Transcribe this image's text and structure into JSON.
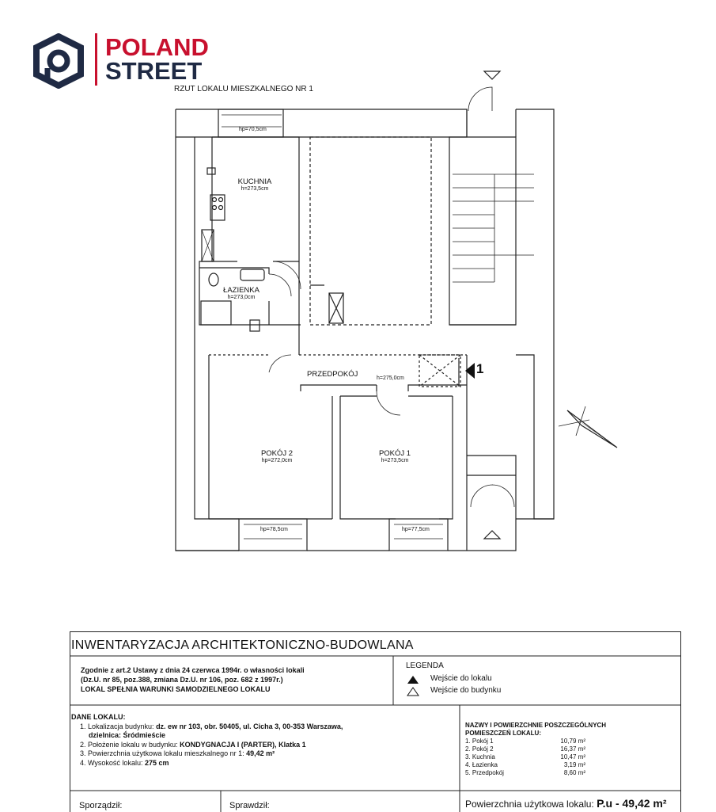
{
  "logo": {
    "word1": "POLAND",
    "word2": "STREET"
  },
  "plan": {
    "title": "RZUT LOKALU MIESZKALNEGO NR 1",
    "rooms": [
      {
        "name": "KUCHNIA",
        "height": "h=273,5cm"
      },
      {
        "name": "ŁAZIENKA",
        "height": "h=273,0cm"
      },
      {
        "name": "PRZEDPOKÓJ",
        "height": "h=275,0cm"
      },
      {
        "name": "POKÓJ 2",
        "height": "hp=272,0cm"
      },
      {
        "name": "POKÓJ 1",
        "height": "h=273,5cm"
      }
    ],
    "window_heights": [
      "hp=70,5cm",
      "hp=78,5cm",
      "hp=77,5cm"
    ],
    "entry_number": "1"
  },
  "panel": {
    "title": "INWENTARYZACJA ARCHITEKTONICZNO-BUDOWLANA",
    "law_lines": [
      "Zgodnie z art.2 Ustawy z dnia 24 czerwca 1994r. o własności lokali",
      "(Dz.U. nr 85, poz.388, zmiana Dz.U. nr 106, poz. 682 z 1997r.)",
      "LOKAL SPEŁNIA WARUNKI SAMODZIELNEGO LOKALU"
    ],
    "legend": {
      "title": "LEGENDA",
      "items": [
        "Wejście do lokalu",
        "Wejście do budynku"
      ]
    },
    "dane": {
      "title": "DANE LOKALU:",
      "l1_label": "1. Lokalizacja budynku: ",
      "l1_value": "dz. ew nr 103, obr. 50405, ul. Cicha 3, 00-353 Warszawa,",
      "l1b_value": "dzielnica: Śródmieście",
      "l2_label": "2. Położenie lokalu w budynku: ",
      "l2_value": "KONDYGNACJA I (PARTER), Klatka 1",
      "l3_label": "3. Powierzchnia użytkowa lokalu mieszkalnego nr 1:  ",
      "l3_value": "49,42 m²",
      "l4_label": "4. Wysokość lokalu: ",
      "l4_value": "275 cm"
    },
    "areas": {
      "heading1": "NAZWY I POWIERZCHNIE POSZCZEGÓLNYCH",
      "heading2": "POMIESZCZEŃ LOKALU:",
      "rows": [
        {
          "name": "1. Pokój 1",
          "area": "10,79 m²"
        },
        {
          "name": "2. Pokój  2",
          "area": "16,37 m²"
        },
        {
          "name": "3. Kuchnia",
          "area": "10,47 m²"
        },
        {
          "name": "4. Łazienka",
          "area": "3,19 m²"
        },
        {
          "name": "5. Przedpokój",
          "area": "8,60 m²"
        }
      ]
    },
    "prepared_label": "Sporządził:",
    "checked_label": "Sprawdził:",
    "total_label": "Powierzchnia użytkowa lokalu: ",
    "total_value": "P.u - 49,42 m²"
  }
}
